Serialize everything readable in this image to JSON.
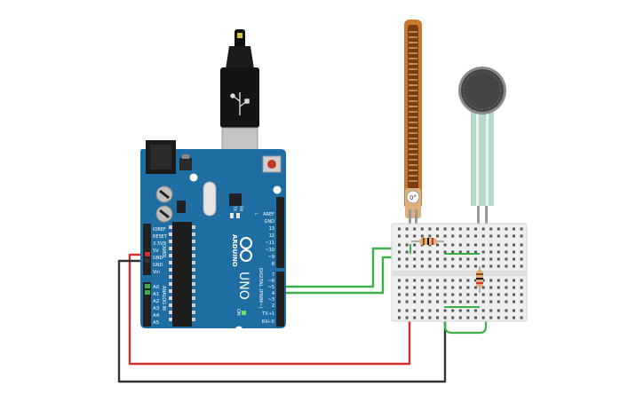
{
  "colors": {
    "board": "#1f6ea3",
    "board_dark": "#17598a",
    "breadboard": "#eeeeee",
    "wire_red": "#d32f2f",
    "wire_black": "#333333",
    "wire_green": "#3bb04a",
    "flex_sensor": "#c9792d",
    "fsr_strip": "#b6d8c8",
    "usb_connector": "#111111"
  },
  "arduino": {
    "brand": "ARDUINO",
    "model": "UNO",
    "digital_header_label": "DIGITAL (PWM~)",
    "power_header_label": "POWER",
    "analog_header_label": "ANALOG IN",
    "on_label": "ON",
    "tx_label": "TX",
    "rx_label": "RX",
    "l_label": "L",
    "power_pins": [
      "IOREF",
      "RESET",
      "3.3V",
      "5V",
      "GND",
      "GND",
      "Vin"
    ],
    "analog_pins": [
      "A0",
      "A1",
      "A2",
      "A3",
      "A4",
      "A5"
    ],
    "digital_pins": [
      "AREF",
      "GND",
      "13",
      "12",
      "~11",
      "~10",
      "~9",
      "8",
      "7",
      "~6",
      "~5",
      "4",
      "~3",
      "2",
      "TX→1",
      "RX←0"
    ]
  },
  "flex_sensor": {
    "angle_label": "0°"
  }
}
